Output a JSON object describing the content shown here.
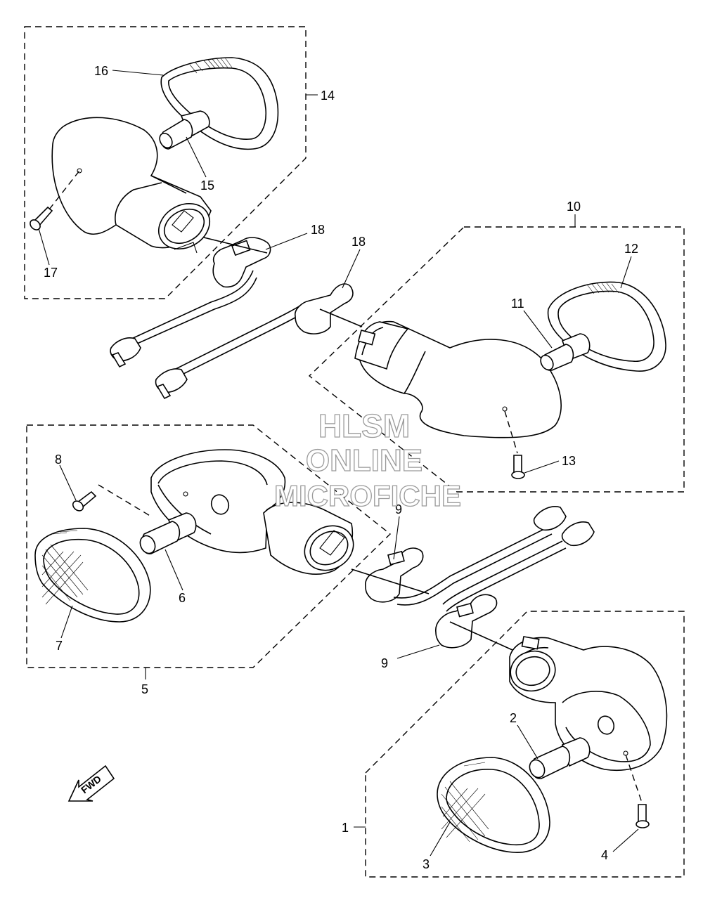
{
  "diagram": {
    "callouts": [
      {
        "id": "c16",
        "label": "16"
      },
      {
        "id": "c14",
        "label": "14"
      },
      {
        "id": "c15",
        "label": "15"
      },
      {
        "id": "c17",
        "label": "17"
      },
      {
        "id": "c18a",
        "label": "18"
      },
      {
        "id": "c18b",
        "label": "18"
      },
      {
        "id": "c10",
        "label": "10"
      },
      {
        "id": "c12",
        "label": "12"
      },
      {
        "id": "c11",
        "label": "11"
      },
      {
        "id": "c13",
        "label": "13"
      },
      {
        "id": "c8",
        "label": "8"
      },
      {
        "id": "c9a",
        "label": "9"
      },
      {
        "id": "c6",
        "label": "6"
      },
      {
        "id": "c7",
        "label": "7"
      },
      {
        "id": "c5",
        "label": "5"
      },
      {
        "id": "c9b",
        "label": "9"
      },
      {
        "id": "c2",
        "label": "2"
      },
      {
        "id": "c1",
        "label": "1"
      },
      {
        "id": "c3",
        "label": "3"
      },
      {
        "id": "c4",
        "label": "4"
      }
    ],
    "fwd_label": "FWD"
  },
  "watermark": {
    "line1": "HLSM",
    "line2": "ONLINE",
    "line3": "MICROFICHE"
  }
}
